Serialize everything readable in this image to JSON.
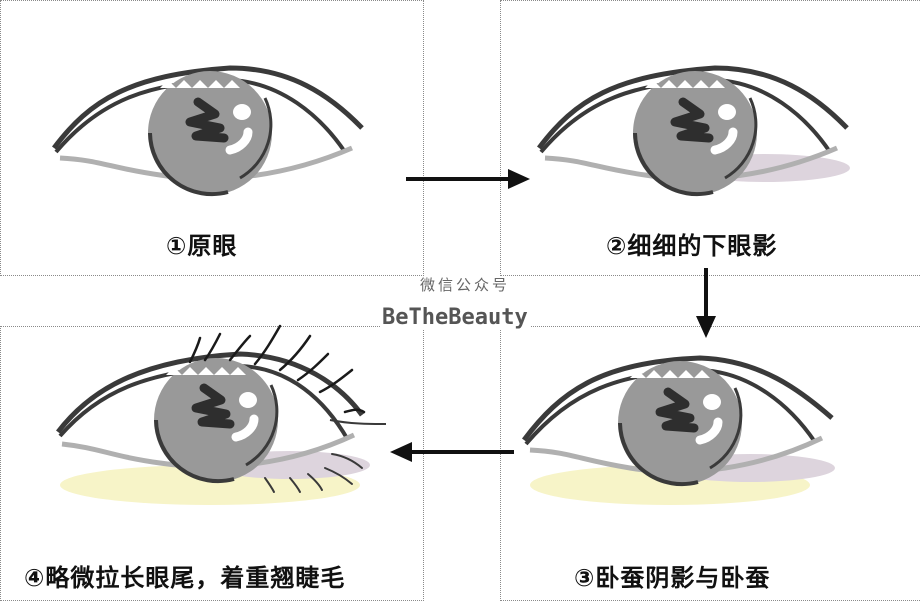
{
  "panels": [
    {
      "step": 1,
      "label": "①原眼"
    },
    {
      "step": 2,
      "label": "②细细的下眼影"
    },
    {
      "step": 3,
      "label": "③卧蚕阴影与卧蚕"
    },
    {
      "step": 4,
      "label": "④略微拉长眼尾，着重翘睫毛"
    }
  ],
  "watermark": {
    "line1": "微信公众号",
    "brand": "BeTheBeauty"
  },
  "colors": {
    "outline": "#3a3a3a",
    "iris": "#999999",
    "pupil": "#2e2e2e",
    "lower_lid": "#b0b0b0",
    "shadow_purple": "#d8d0d8",
    "highlight_yellow": "#f7f4c8"
  }
}
